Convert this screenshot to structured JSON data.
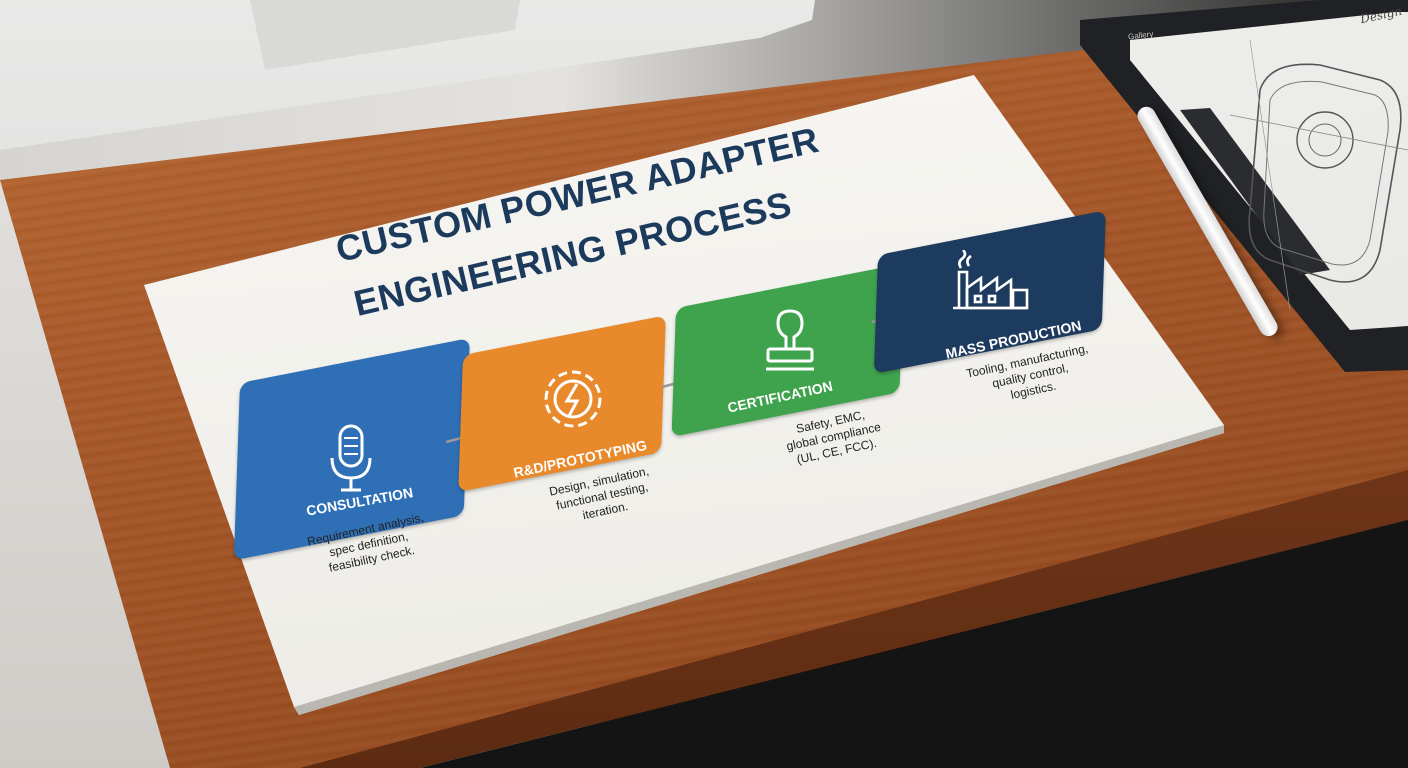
{
  "title": {
    "line1": "CUSTOM POWER ADAPTER",
    "line2": "ENGINEERING PROCESS"
  },
  "steps": [
    {
      "label": "CONSULTATION",
      "description": [
        "Requirement analysis,",
        "spec definition,",
        "feasibility check."
      ],
      "color": "#2f6fb6",
      "icon": "microphone-icon"
    },
    {
      "label": "R&D/PROTOTYPING",
      "description": [
        "Design, simulation,",
        "functional testing,",
        "iteration."
      ],
      "color": "#e8892b",
      "icon": "gear-lightning-icon"
    },
    {
      "label": "CERTIFICATION",
      "description": [
        "Safety, EMC,",
        "global compliance",
        "(UL, CE, FCC)."
      ],
      "color": "#3fa34d",
      "icon": "stamp-icon"
    },
    {
      "label": "MASS PRODUCTION",
      "description": [
        "Tooling, manufacturing,",
        "quality control,",
        "logistics."
      ],
      "color": "#1d3b5e",
      "icon": "factory-icon"
    }
  ],
  "tablet": {
    "toolbar_label": "Gallery",
    "sketch_label": "Design"
  },
  "colors": {
    "title": "#1b3a5c",
    "desk": "#a8592a",
    "board": "#f4f3ef"
  }
}
